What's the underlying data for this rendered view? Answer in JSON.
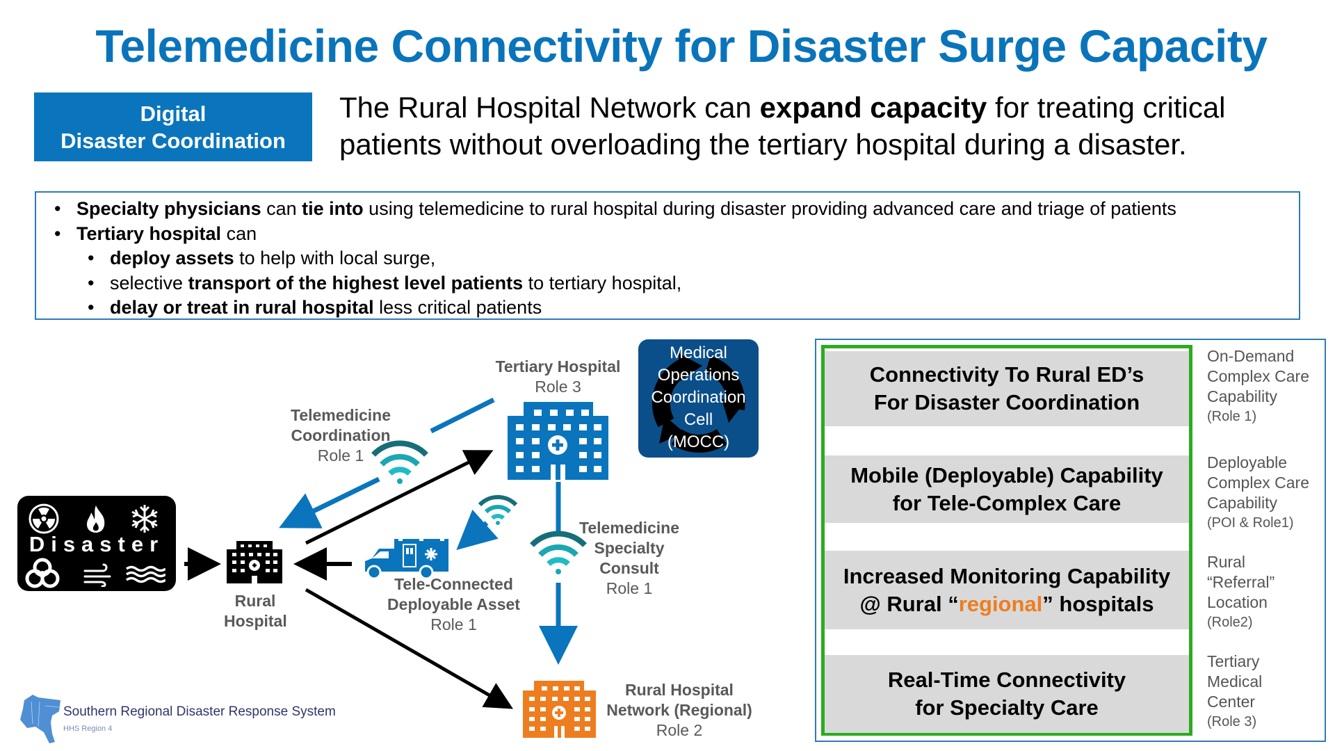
{
  "title": "Telemedicine Connectivity for Disaster Surge Capacity",
  "tag": {
    "line1": "Digital",
    "line2": "Disaster Coordination"
  },
  "lead": {
    "pre": "The Rural Hospital Network can ",
    "bold": "expand capacity",
    "post": " for treating critical patients without overloading the tertiary hospital during a disaster."
  },
  "bullets": [
    {
      "level": 1,
      "parts": [
        {
          "b": "Specialty physicians"
        },
        {
          "t": " can "
        },
        {
          "b": "tie into"
        },
        {
          "t": " using telemedicine to rural hospital during disaster providing advanced care and triage of patients"
        }
      ]
    },
    {
      "level": 1,
      "parts": [
        {
          "b": "Tertiary hospital"
        },
        {
          "t": " can"
        }
      ]
    },
    {
      "level": 2,
      "parts": [
        {
          "b": "deploy assets"
        },
        {
          "t": " to help with local surge,"
        }
      ]
    },
    {
      "level": 2,
      "parts": [
        {
          "t": "selective "
        },
        {
          "b": "transport of the highest level patients"
        },
        {
          "t": " to tertiary hospital,"
        }
      ]
    },
    {
      "level": 2,
      "parts": [
        {
          "b": "delay or treat in rural hospital"
        },
        {
          "t": " less critical patients"
        }
      ]
    }
  ],
  "diagram": {
    "disaster": {
      "label": "Disaster",
      "icons": [
        "radiation-icon",
        "fire-icon",
        "snowflake-icon",
        "biohazard-icon",
        "wind-icon",
        "flood-icon"
      ]
    },
    "rural_hospital": {
      "line1": "Rural",
      "line2": "Hospital"
    },
    "tertiary_hospital": {
      "name": "Tertiary Hospital",
      "role": "Role 3"
    },
    "telemed_coordination": {
      "line1": "Telemedicine",
      "line2": "Coordination",
      "role": "Role 1"
    },
    "deployable_asset": {
      "line1": "Tele-Connected",
      "line2": "Deployable Asset",
      "role": "Role 1"
    },
    "specialty_consult": {
      "line1": "Telemedicine",
      "line2": "Specialty",
      "line3": "Consult",
      "role": "Role 1"
    },
    "regional_network": {
      "line1": "Rural Hospital",
      "line2": "Network (Regional)",
      "role": "Role 2"
    },
    "mocc": {
      "lines": [
        "Medical",
        "Operations",
        "Coordination",
        "Cell",
        "(MOCC)"
      ]
    }
  },
  "capabilities": [
    {
      "line1": "Connectivity To Rural ED’s",
      "line2": "For Disaster Coordination",
      "side": [
        "On-Demand",
        "Complex Care",
        "Capability",
        "(Role 1)"
      ]
    },
    {
      "line1": "Mobile (Deployable) Capability",
      "line2": "for Tele-Complex Care",
      "side": [
        "Deployable",
        "Complex Care",
        "Capability",
        "(POI & Role1)"
      ]
    },
    {
      "line1": "Increased Monitoring Capability",
      "line2_pre": "@ Rural “",
      "line2_highlight": "regional",
      "line2_post": "” hospitals",
      "side": [
        "Rural",
        "“Referral”",
        "Location",
        "(Role2)"
      ]
    },
    {
      "line1": "Real-Time Connectivity",
      "line2": "for Specialty Care",
      "side": [
        "Tertiary",
        "Medical",
        "Center",
        "(Role 3)"
      ]
    }
  ],
  "footer": {
    "org": "Southern Regional Disaster Response System",
    "sub": "HHS Region 4"
  },
  "colors": {
    "brand_blue": "#0a75bc",
    "mocc_blue": "#0b4f8a",
    "green_border": "#2bac1e",
    "highlight_orange": "#ee7d1f",
    "wifi_teal": "#1aa7b3"
  }
}
